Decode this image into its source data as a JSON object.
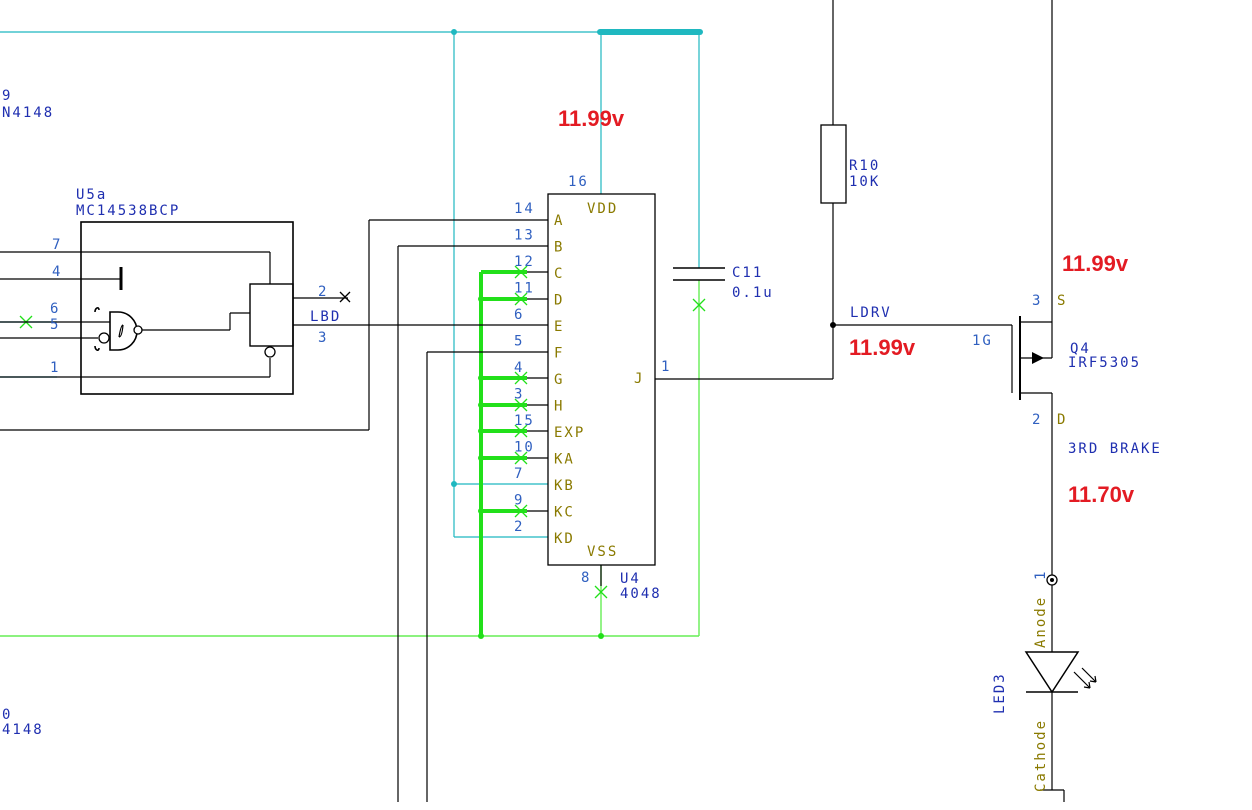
{
  "colors": {
    "wire": "#000000",
    "power_net": "#1fb8c0",
    "ground_net": "#66ee55",
    "highlight_net": "#22e01a",
    "voltage_annotation": "#e31b23",
    "ref_text": "#1f2fb0",
    "pin_text": "#8a7a00"
  },
  "voltages": {
    "vdd_u4": "11.99v",
    "source_q4": "11.99v",
    "gate_q4": "11.99v",
    "drain_q4": "11.70v"
  },
  "partial_left": {
    "top_ref": "9",
    "top_value": "N4148",
    "bottom_ref": "0",
    "bottom_value": "4148"
  },
  "u5a": {
    "ref": "U5a",
    "value": "MC14538BCP",
    "pins": {
      "p7": "7",
      "p4": "4",
      "p6": "6",
      "p5": "5",
      "p1": "1",
      "p2": "2",
      "p3": "3"
    }
  },
  "net_labels": {
    "lbd": "LBD",
    "ldrv": "LDRV"
  },
  "u4": {
    "ref": "U4",
    "value": "4048",
    "vdd_label": "VDD",
    "vss_label": "VSS",
    "vdd_pin": "16",
    "vss_pin": "8",
    "out_pin_num": "1",
    "out_pin_name": "J",
    "left_pins": [
      {
        "num": "14",
        "name": "A"
      },
      {
        "num": "13",
        "name": "B"
      },
      {
        "num": "12",
        "name": "C"
      },
      {
        "num": "11",
        "name": "D"
      },
      {
        "num": "6",
        "name": "E"
      },
      {
        "num": "5",
        "name": "F"
      },
      {
        "num": "4",
        "name": "G"
      },
      {
        "num": "3",
        "name": "H"
      },
      {
        "num": "15",
        "name": "EXP"
      },
      {
        "num": "10",
        "name": "KA"
      },
      {
        "num": "7",
        "name": "KB"
      },
      {
        "num": "9",
        "name": "KC"
      },
      {
        "num": "2",
        "name": "KD"
      }
    ]
  },
  "c11": {
    "ref": "C11",
    "value": "0.1u"
  },
  "r10": {
    "ref": "R10",
    "value": "10K"
  },
  "q4": {
    "ref": "Q4",
    "value": "IRF5305",
    "gate_pin": "1G",
    "source_pin": "3",
    "source_label": "S",
    "drain_pin": "2",
    "drain_label": "D"
  },
  "brake_label": "3RD BRAKE",
  "led3": {
    "ref": "LED3",
    "anode": "Anode",
    "anode_pin": "1",
    "cathode": "Cathode"
  }
}
